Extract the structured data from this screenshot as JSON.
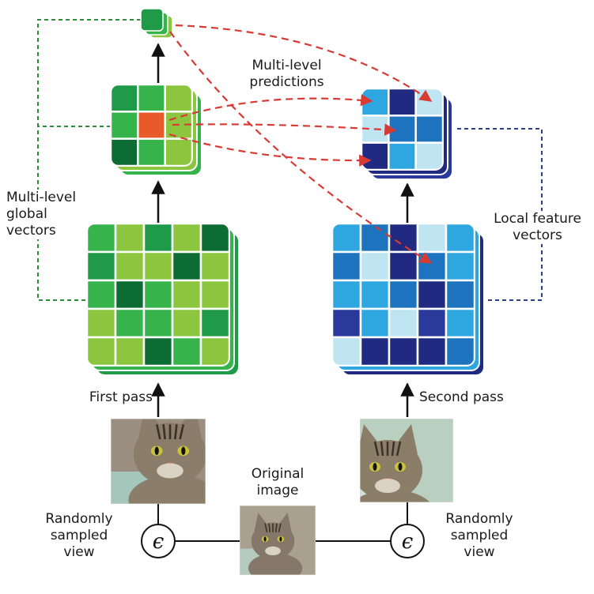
{
  "labels": {
    "multi_level_predictions": [
      "Multi-level",
      "predictions"
    ],
    "multi_level_global_vectors": [
      "Multi-level",
      "global",
      "vectors"
    ],
    "local_feature_vectors": [
      "Local feature",
      "vectors"
    ],
    "first_pass": "First pass",
    "second_pass": "Second pass",
    "original_image": [
      "Original",
      "image"
    ],
    "randomly_sampled_view_left": [
      "Randomly",
      "sampled",
      "view"
    ],
    "randomly_sampled_view_right": [
      "Randomly",
      "sampled",
      "view"
    ],
    "epsilon": "ϵ"
  },
  "colors": {
    "green_dark": "#0d6b34",
    "green_mid": "#1e9a48",
    "green": "#36b34a",
    "green_light": "#8cc63f",
    "highlight": "#e85a2a",
    "blue_navy": "#1f2a80",
    "blue_dark": "#2b3a9a",
    "blue_mid": "#1e73be",
    "blue": "#2ea7e0",
    "blue_light": "#bfe4f2",
    "arrow_red": "#d83a34",
    "dash_green": "#2e8b3a",
    "dash_blue": "#2a3f8f"
  },
  "grids": {
    "green_big": [
      [
        "green",
        "green_light",
        "green_mid",
        "green_light",
        "green_dark"
      ],
      [
        "green_mid",
        "green_light",
        "green_light",
        "green_dark",
        "green_light"
      ],
      [
        "green",
        "green_dark",
        "green",
        "green_light",
        "green_light"
      ],
      [
        "green_light",
        "green",
        "green",
        "green_light",
        "green_mid"
      ],
      [
        "green_light",
        "green_light",
        "green_dark",
        "green",
        "green_light"
      ]
    ],
    "green_small": [
      [
        "green_mid",
        "green",
        "green_light"
      ],
      [
        "green",
        "highlight",
        "green_light"
      ],
      [
        "green_dark",
        "green",
        "green_light"
      ]
    ],
    "blue_big": [
      [
        "blue",
        "blue_mid",
        "blue_navy",
        "blue_light",
        "blue"
      ],
      [
        "blue_mid",
        "blue_light",
        "blue_navy",
        "blue_mid",
        "blue"
      ],
      [
        "blue",
        "blue",
        "blue_mid",
        "blue_navy",
        "blue_mid"
      ],
      [
        "blue_dark",
        "blue",
        "blue_light",
        "blue_dark",
        "blue"
      ],
      [
        "blue_light",
        "blue_navy",
        "blue_navy",
        "blue_navy",
        "blue_mid"
      ]
    ],
    "blue_small": [
      [
        "blue",
        "blue_navy",
        "blue_light"
      ],
      [
        "blue_light",
        "blue_mid",
        "blue_mid"
      ],
      [
        "blue_navy",
        "blue",
        "blue_light"
      ]
    ]
  }
}
